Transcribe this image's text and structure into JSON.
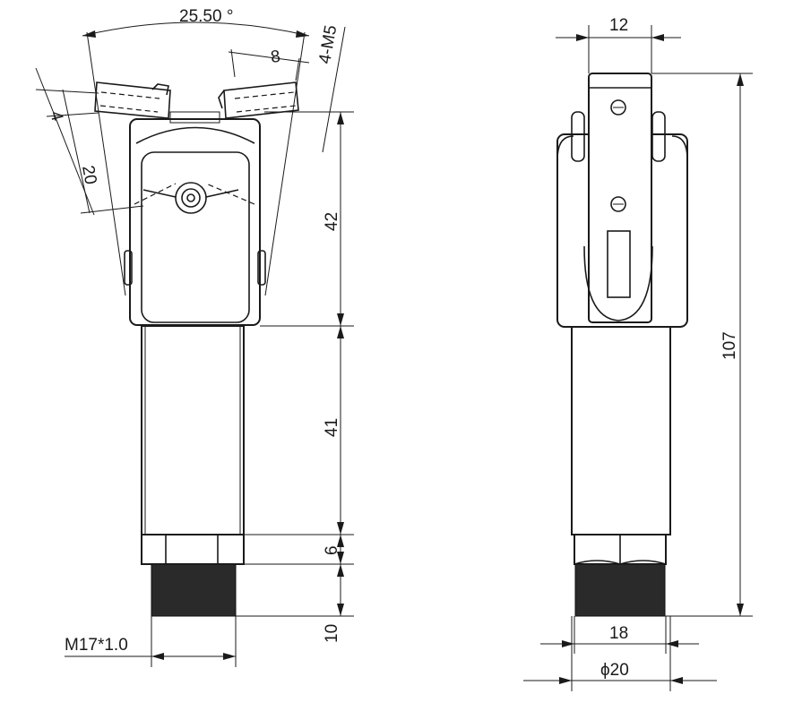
{
  "drawing": {
    "side_view": {
      "angle_label": "25.50 °",
      "dim_slot_width": "8",
      "thread_holes": "4-M5",
      "dim_slot_offset": "4",
      "dim_slot_spacing": "20",
      "dim_head_height": "42",
      "dim_body_length": "41",
      "dim_hex_height": "6",
      "dim_thread_length": "10",
      "thread_spec": "M17*1.0"
    },
    "front_view": {
      "dim_clamp_width": "12",
      "dim_total_length": "107",
      "dim_hex_width": "18",
      "dim_diameter": "ϕ20"
    }
  }
}
